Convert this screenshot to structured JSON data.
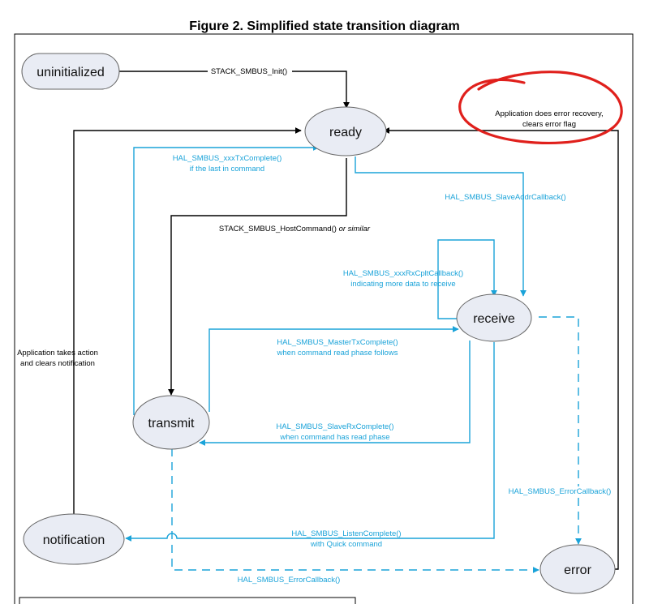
{
  "figure": {
    "title": "Figure 2. Simplified state transition diagram"
  },
  "states": {
    "uninitialized": "uninitialized",
    "ready": "ready",
    "receive": "receive",
    "transmit": "transmit",
    "notification": "notification",
    "error": "error"
  },
  "transitions": {
    "init": "STACK_SMBUS_Init()",
    "tx_complete_1": "HAL_SMBUS_xxxTxComplete()",
    "tx_complete_2": "if the last in command",
    "slave_addr": "HAL_SMBUS_SlaveAddrCallback()",
    "host_command": "STACK_SMBUS_HostCommand()",
    "host_command_suffix": "or similar",
    "rx_cplt_1": "HAL_SMBUS_xxxRxCpltCallback()",
    "rx_cplt_2": "indicating more data to receive",
    "master_tx_1": "HAL_SMBUS_MasterTxComplete()",
    "master_tx_2": "when command read phase follows",
    "slave_rx_1": "HAL_SMBUS_SlaveRxComplete()",
    "slave_rx_2": "when command has read phase",
    "error_cb_receive": "HAL_SMBUS_ErrorCallback()",
    "listen_complete_1": "HAL_SMBUS_ListenComplete()",
    "listen_complete_2": "with Quick command",
    "error_cb_transmit": "HAL_SMBUS_ErrorCallback()",
    "app_action_1": "Application takes action",
    "app_action_2": "and clears notification",
    "error_recovery_1": "Application does error recovery,",
    "error_recovery_2": "clears error flag"
  },
  "colors": {
    "black_arrow": "#000000",
    "blue_arrow": "#1aa3d9",
    "node_fill": "#e9ecf4",
    "annotation_circle": "#e0201c"
  }
}
